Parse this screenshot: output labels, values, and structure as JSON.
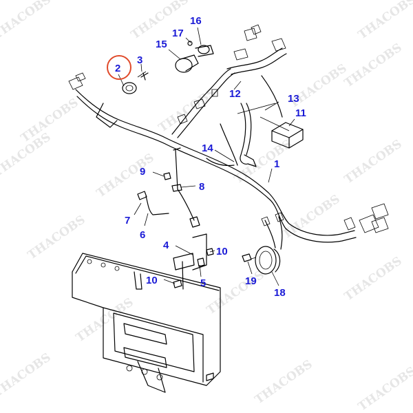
{
  "watermark": "THACOBS",
  "callouts": [
    {
      "id": "c1",
      "label": "1"
    },
    {
      "id": "c2",
      "label": "2",
      "highlighted": true
    },
    {
      "id": "c3",
      "label": "3"
    },
    {
      "id": "c4",
      "label": "4"
    },
    {
      "id": "c5",
      "label": "5"
    },
    {
      "id": "c6",
      "label": "6"
    },
    {
      "id": "c7",
      "label": "7"
    },
    {
      "id": "c8",
      "label": "8"
    },
    {
      "id": "c9",
      "label": "9"
    },
    {
      "id": "c10a",
      "label": "10"
    },
    {
      "id": "c10b",
      "label": "10"
    },
    {
      "id": "c11",
      "label": "11"
    },
    {
      "id": "c12",
      "label": "12"
    },
    {
      "id": "c13",
      "label": "13"
    },
    {
      "id": "c14",
      "label": "14"
    },
    {
      "id": "c15",
      "label": "15"
    },
    {
      "id": "c16",
      "label": "16"
    },
    {
      "id": "c17",
      "label": "17"
    },
    {
      "id": "c18",
      "label": "18"
    },
    {
      "id": "c19",
      "label": "19"
    }
  ],
  "colors": {
    "callout": "#1a1ad6",
    "highlight": "#e04a2a",
    "watermark": "#e6e6e6"
  }
}
